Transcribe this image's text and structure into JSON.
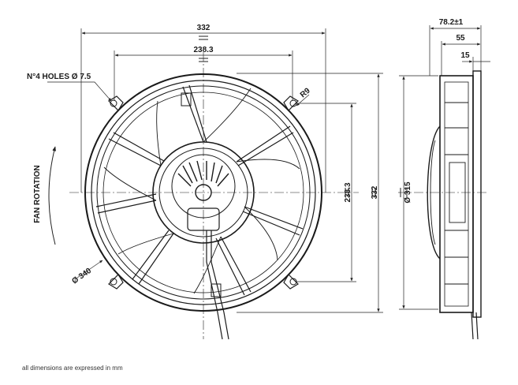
{
  "drawing": {
    "front_view": {
      "width_overall": "332",
      "width_holes": "238.3",
      "height_holes": "238.3",
      "height_overall": "332",
      "holes_callout": "N°4 HOLES Ø 7.5",
      "radius_label": "R9",
      "outer_diameter": "Ø 340",
      "rotation_label": "FAN ROTATION"
    },
    "side_view": {
      "depth_total": "78.2±1",
      "depth_body": "55",
      "flange": "15",
      "diameter": "Ø 315"
    },
    "footnote": "all dimensions are expressed in mm"
  }
}
